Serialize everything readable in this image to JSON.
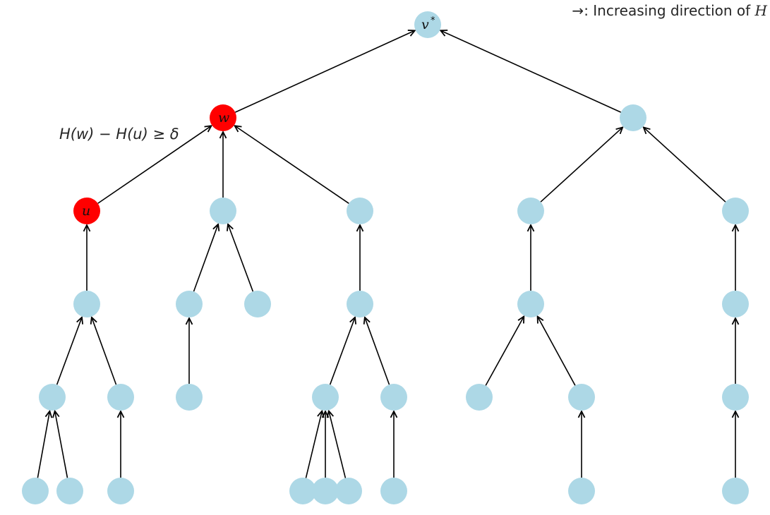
{
  "legend": {
    "arrow_symbol": "→",
    "text": ": Increasing direction of ",
    "symbol": "H"
  },
  "annotation": {
    "left": "H(w) − H(u) ≥ δ"
  },
  "colors": {
    "default_node": "#add8e6",
    "highlight_node": "#ff0000",
    "edge": "#000000",
    "text": "#262626"
  },
  "nodes": [
    {
      "id": "vstar",
      "label": "v",
      "sup": "*",
      "color": "default"
    },
    {
      "id": "w",
      "label": "w",
      "color": "highlight"
    },
    {
      "id": "r1",
      "color": "default"
    },
    {
      "id": "u",
      "label": "u",
      "color": "highlight"
    },
    {
      "id": "a2",
      "color": "default"
    },
    {
      "id": "a3",
      "color": "default"
    },
    {
      "id": "b1",
      "color": "default"
    },
    {
      "id": "b2",
      "color": "default"
    },
    {
      "id": "c1",
      "color": "default"
    },
    {
      "id": "c2",
      "color": "default"
    },
    {
      "id": "c3",
      "color": "default"
    },
    {
      "id": "c4",
      "color": "default"
    },
    {
      "id": "c5",
      "color": "default"
    },
    {
      "id": "c6",
      "color": "default"
    },
    {
      "id": "d1",
      "color": "default"
    },
    {
      "id": "d2",
      "color": "default"
    },
    {
      "id": "d3",
      "color": "default"
    },
    {
      "id": "d4",
      "color": "default"
    },
    {
      "id": "d5",
      "color": "default"
    },
    {
      "id": "d6",
      "color": "default"
    },
    {
      "id": "d7",
      "color": "default"
    },
    {
      "id": "d8",
      "color": "default"
    },
    {
      "id": "e1",
      "color": "default"
    },
    {
      "id": "e2",
      "color": "default"
    },
    {
      "id": "e3",
      "color": "default"
    },
    {
      "id": "e4",
      "color": "default"
    },
    {
      "id": "e5",
      "color": "default"
    },
    {
      "id": "e6",
      "color": "default"
    },
    {
      "id": "e7",
      "color": "default"
    },
    {
      "id": "e8",
      "color": "default"
    },
    {
      "id": "e9",
      "color": "default"
    }
  ],
  "edges": [
    [
      "w",
      "vstar"
    ],
    [
      "r1",
      "vstar"
    ],
    [
      "u",
      "w"
    ],
    [
      "a2",
      "w"
    ],
    [
      "a3",
      "w"
    ],
    [
      "b1",
      "r1"
    ],
    [
      "b2",
      "r1"
    ],
    [
      "c1",
      "u"
    ],
    [
      "c2",
      "a2"
    ],
    [
      "c3",
      "a2"
    ],
    [
      "c4",
      "a3"
    ],
    [
      "c5",
      "b1"
    ],
    [
      "c6",
      "b2"
    ],
    [
      "d1",
      "c1"
    ],
    [
      "d2",
      "c1"
    ],
    [
      "d3",
      "c2"
    ],
    [
      "d4",
      "c4"
    ],
    [
      "d5",
      "c4"
    ],
    [
      "d6",
      "c5"
    ],
    [
      "d7",
      "c5"
    ],
    [
      "d8",
      "c6"
    ],
    [
      "e1",
      "d1"
    ],
    [
      "e2",
      "d1"
    ],
    [
      "e3",
      "d2"
    ],
    [
      "e4",
      "d4"
    ],
    [
      "e5",
      "d4"
    ],
    [
      "e6",
      "d4"
    ],
    [
      "e7",
      "d5"
    ],
    [
      "e8",
      "d7"
    ],
    [
      "e9",
      "d8"
    ]
  ]
}
